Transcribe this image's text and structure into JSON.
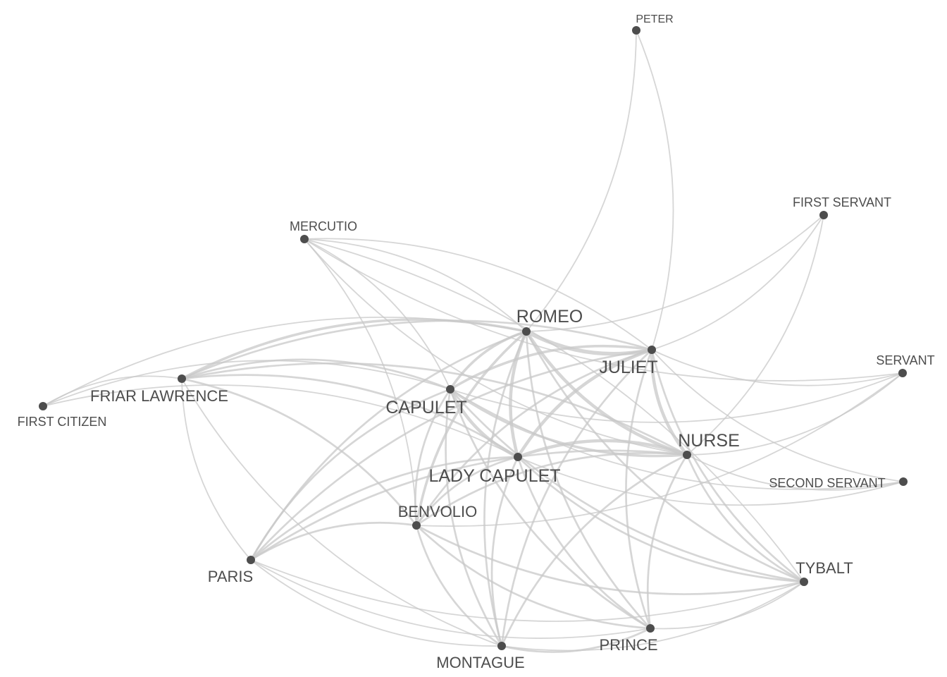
{
  "graph": {
    "nodes": [
      {
        "id": "romeo",
        "label": "ROMEO",
        "weight": 3
      },
      {
        "id": "juliet",
        "label": "JULIET",
        "weight": 3
      },
      {
        "id": "capulet",
        "label": "CAPULET",
        "weight": 3
      },
      {
        "id": "nurse",
        "label": "NURSE",
        "weight": 3
      },
      {
        "id": "lady_capulet",
        "label": "LADY CAPULET",
        "weight": 3
      },
      {
        "id": "benvolio",
        "label": "BENVOLIO",
        "weight": 2
      },
      {
        "id": "friar_lawrence",
        "label": "FRIAR LAWRENCE",
        "weight": 2
      },
      {
        "id": "paris",
        "label": "PARIS",
        "weight": 2
      },
      {
        "id": "montague",
        "label": "MONTAGUE",
        "weight": 2
      },
      {
        "id": "prince",
        "label": "PRINCE",
        "weight": 2
      },
      {
        "id": "tybalt",
        "label": "TYBALT",
        "weight": 2
      },
      {
        "id": "mercutio",
        "label": "MERCUTIO",
        "weight": 1
      },
      {
        "id": "first_citizen",
        "label": "FIRST CITIZEN",
        "weight": 1
      },
      {
        "id": "servant",
        "label": "SERVANT",
        "weight": 1
      },
      {
        "id": "second_servant",
        "label": "SECOND SERVANT",
        "weight": 1
      },
      {
        "id": "first_servant",
        "label": "FIRST SERVANT",
        "weight": 1
      },
      {
        "id": "peter",
        "label": "PETER",
        "weight": 1
      }
    ],
    "edges": [
      [
        "romeo",
        "juliet",
        5
      ],
      [
        "romeo",
        "capulet",
        3
      ],
      [
        "romeo",
        "nurse",
        4
      ],
      [
        "romeo",
        "lady_capulet",
        4
      ],
      [
        "romeo",
        "benvolio",
        3
      ],
      [
        "romeo",
        "friar_lawrence",
        3
      ],
      [
        "romeo",
        "paris",
        2
      ],
      [
        "romeo",
        "montague",
        2
      ],
      [
        "romeo",
        "prince",
        2
      ],
      [
        "romeo",
        "tybalt",
        2
      ],
      [
        "romeo",
        "mercutio",
        1
      ],
      [
        "romeo",
        "peter",
        1
      ],
      [
        "romeo",
        "first_citizen",
        1
      ],
      [
        "romeo",
        "first_servant",
        1
      ],
      [
        "juliet",
        "capulet",
        3
      ],
      [
        "juliet",
        "nurse",
        4
      ],
      [
        "juliet",
        "lady_capulet",
        4
      ],
      [
        "juliet",
        "benvolio",
        2
      ],
      [
        "juliet",
        "friar_lawrence",
        2
      ],
      [
        "juliet",
        "paris",
        2
      ],
      [
        "juliet",
        "montague",
        2
      ],
      [
        "juliet",
        "prince",
        2
      ],
      [
        "juliet",
        "tybalt",
        2
      ],
      [
        "juliet",
        "servant",
        1
      ],
      [
        "juliet",
        "second_servant",
        1
      ],
      [
        "juliet",
        "first_servant",
        1
      ],
      [
        "juliet",
        "peter",
        1
      ],
      [
        "juliet",
        "mercutio",
        1
      ],
      [
        "capulet",
        "nurse",
        3
      ],
      [
        "capulet",
        "lady_capulet",
        4
      ],
      [
        "capulet",
        "benvolio",
        2
      ],
      [
        "capulet",
        "friar_lawrence",
        2
      ],
      [
        "capulet",
        "paris",
        2
      ],
      [
        "capulet",
        "montague",
        2
      ],
      [
        "capulet",
        "prince",
        2
      ],
      [
        "capulet",
        "tybalt",
        2
      ],
      [
        "capulet",
        "servant",
        1
      ],
      [
        "capulet",
        "second_servant",
        1
      ],
      [
        "capulet",
        "first_citizen",
        1
      ],
      [
        "capulet",
        "mercutio",
        1
      ],
      [
        "nurse",
        "lady_capulet",
        4
      ],
      [
        "nurse",
        "benvolio",
        2
      ],
      [
        "nurse",
        "friar_lawrence",
        2
      ],
      [
        "nurse",
        "paris",
        2
      ],
      [
        "nurse",
        "montague",
        2
      ],
      [
        "nurse",
        "prince",
        2
      ],
      [
        "nurse",
        "tybalt",
        2
      ],
      [
        "nurse",
        "servant",
        1
      ],
      [
        "nurse",
        "second_servant",
        1
      ],
      [
        "nurse",
        "first_servant",
        1
      ],
      [
        "lady_capulet",
        "benvolio",
        2
      ],
      [
        "lady_capulet",
        "friar_lawrence",
        2
      ],
      [
        "lady_capulet",
        "paris",
        2
      ],
      [
        "lady_capulet",
        "montague",
        2
      ],
      [
        "lady_capulet",
        "prince",
        2
      ],
      [
        "lady_capulet",
        "tybalt",
        2
      ],
      [
        "lady_capulet",
        "first_citizen",
        1
      ],
      [
        "lady_capulet",
        "second_servant",
        1
      ],
      [
        "benvolio",
        "friar_lawrence",
        2
      ],
      [
        "benvolio",
        "paris",
        2
      ],
      [
        "benvolio",
        "montague",
        2
      ],
      [
        "benvolio",
        "prince",
        2
      ],
      [
        "benvolio",
        "tybalt",
        2
      ],
      [
        "benvolio",
        "mercutio",
        1
      ],
      [
        "benvolio",
        "servant",
        1
      ],
      [
        "friar_lawrence",
        "paris",
        1
      ],
      [
        "friar_lawrence",
        "montague",
        1
      ],
      [
        "friar_lawrence",
        "first_citizen",
        1
      ],
      [
        "paris",
        "montague",
        1
      ],
      [
        "paris",
        "prince",
        1
      ],
      [
        "paris",
        "tybalt",
        1
      ],
      [
        "montague",
        "prince",
        2
      ],
      [
        "montague",
        "tybalt",
        1
      ],
      [
        "prince",
        "tybalt",
        1
      ],
      [
        "tybalt",
        "mercutio",
        1
      ],
      [
        "mercutio",
        "nurse",
        1
      ],
      [
        "mercutio",
        "servant",
        1
      ]
    ]
  },
  "colors": {
    "node": "#4d4d4d",
    "edge": "#c8c8c8",
    "label": "#4d4d4d",
    "background": "#ffffff"
  }
}
